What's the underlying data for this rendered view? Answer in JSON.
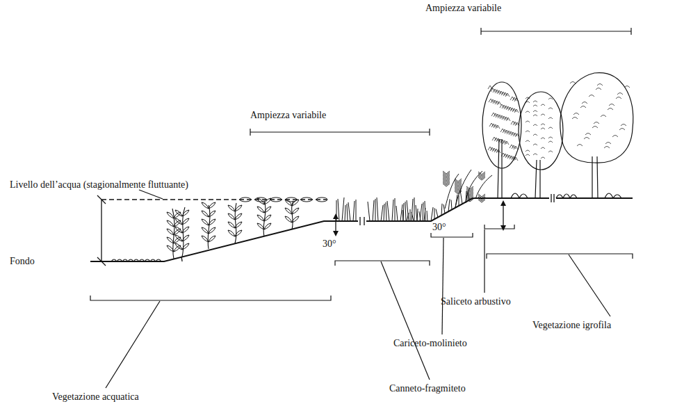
{
  "diagram": {
    "labels": [
      "Ampiezza variabile",
      "Ampiezza variabile",
      "Livello dell’acqua (stagionalmente fluttuante)",
      "30°",
      "30°",
      "Fondo",
      "Saliceto arbustivo",
      "Vegetazione igrofila",
      "Cariceto-molinieto",
      "Canneto-fragmiteto",
      "Vegetazione acquatica"
    ]
  }
}
